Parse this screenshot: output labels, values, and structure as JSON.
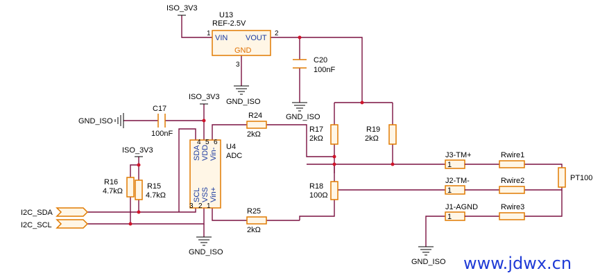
{
  "labels": {
    "iso3v3_top": "ISO_3V3",
    "iso3v3_u4": "ISO_3V3",
    "iso3v3_r": "ISO_3V3",
    "gnd_iso_u13": "GND_ISO",
    "gnd_iso_c20": "GND_ISO",
    "gnd_iso_c17": "GND_ISO",
    "gnd_iso_u4": "GND_ISO",
    "gnd_iso_j1": "GND_ISO",
    "i2c_sda": "I2C_SDA",
    "i2c_scl": "I2C_SCL",
    "pt100": "PT100"
  },
  "components": {
    "u13": {
      "ref": "U13",
      "value": "REF-2.5V",
      "pin_vin": "VIN",
      "pin_vout": "VOUT",
      "pin_gnd": "GND",
      "pin1": "1",
      "pin2": "2",
      "pin3": "3"
    },
    "c20": {
      "ref": "C20",
      "value": "100nF"
    },
    "c17": {
      "ref": "C17",
      "value": "100nF"
    },
    "u4": {
      "ref": "U4",
      "value": "ADC",
      "top_pins": [
        "SDA",
        "VDD",
        "Vin-"
      ],
      "bot_pins": [
        "SCL",
        "VSS",
        "Vin+"
      ],
      "num_top": [
        "4",
        "5",
        "6"
      ],
      "num_bot": [
        "3",
        "2",
        "1"
      ]
    },
    "r24": {
      "ref": "R24",
      "value": "2kΩ"
    },
    "r25": {
      "ref": "R25",
      "value": "2kΩ"
    },
    "r17": {
      "ref": "R17",
      "value": "2kΩ"
    },
    "r19": {
      "ref": "R19",
      "value": "2kΩ"
    },
    "r18": {
      "ref": "R18",
      "value": "100Ω"
    },
    "r16": {
      "ref": "R16",
      "value": "4.7kΩ"
    },
    "r15": {
      "ref": "R15",
      "value": "4.7kΩ"
    },
    "rwire1": {
      "ref": "Rwire1"
    },
    "rwire2": {
      "ref": "Rwire2"
    },
    "rwire3": {
      "ref": "Rwire3"
    },
    "j3": {
      "ref": "J3-TM+",
      "pin": "1"
    },
    "j2": {
      "ref": "J2-TM-",
      "pin": "1"
    },
    "j1": {
      "ref": "J1-AGND",
      "pin": "1"
    }
  },
  "watermark": "www.jdwx.cn",
  "colors": {
    "wire": "#7a1140",
    "component": "#e07a00",
    "junction": "#d0142a",
    "watermark": "#1f3bd6"
  }
}
